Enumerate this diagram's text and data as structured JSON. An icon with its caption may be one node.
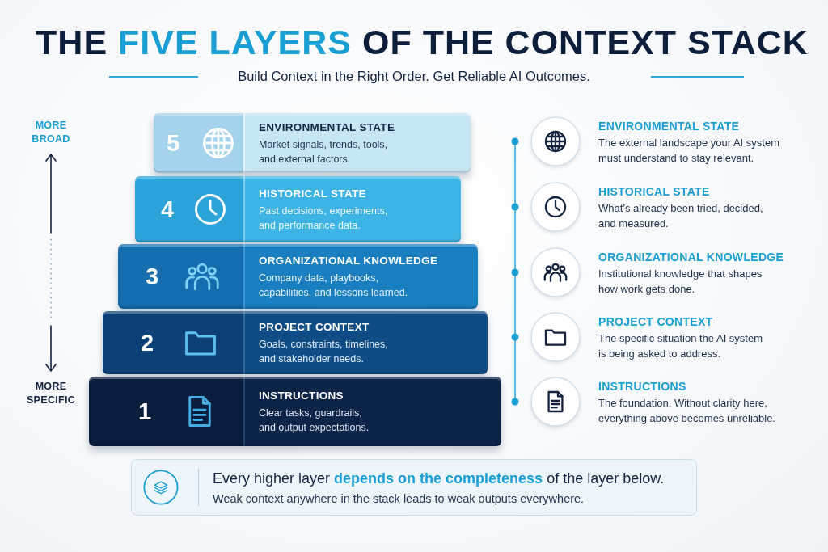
{
  "diagram": {
    "title": "THE **FIVE LAYERS** OF THE CONTEXT STACK",
    "nodes": [
      {
        "text": [
          "5",
          "ENVIRONMENTAL STATE",
          "Market signals, trends, tools, and external factors."
        ]
      },
      {
        "text": [
          "4",
          "HISTORICAL STATE",
          "Past decisions, experiments, and performance data."
        ]
      },
      {
        "text": [
          "3",
          "ORGANIZATIONAL KNOWLEDGE",
          "Company data, playbooks, capabilities, and lessons learned."
        ]
      },
      {
        "text": [
          "2",
          "PROJECT CONTEXT",
          "Goals, constraints, timelines, and stakeholder needs."
        ]
      },
      {
        "text": [
          "1",
          "INSTRUCTIONS",
          "Clear tasks, guardrails, and output expectations."
        ]
      },
      {
        "text": [
          "Every higher layer **depends on the completeness** of the layer below.",
          "Weak context anywhere in the stack leads to weak outputs everywhere."
        ]
      }
    ],
    "labels": [
      "Build Context in the Right Order. Get Reliable AI Outcomes.",
      "MORE BROAD",
      "ENVIRONMENTAL STATE",
      "The external landscape your AI system must understand to stay relevant.",
      "HISTORICAL STATE",
      "What’s already been tried, decided, and measured.",
      "ORGANIZATIONAL KNOWLEDGE",
      "Institutional knowledge that shapes how work gets done.",
      "PROJECT CONTEXT",
      "The specific situation the AI system is being asked to address.",
      "INSTRUCTIONS",
      "The foundation. Without clarity here, everything above becomes unreliable.",
      "MORE SPECIFIC"
    ]
  }
}
